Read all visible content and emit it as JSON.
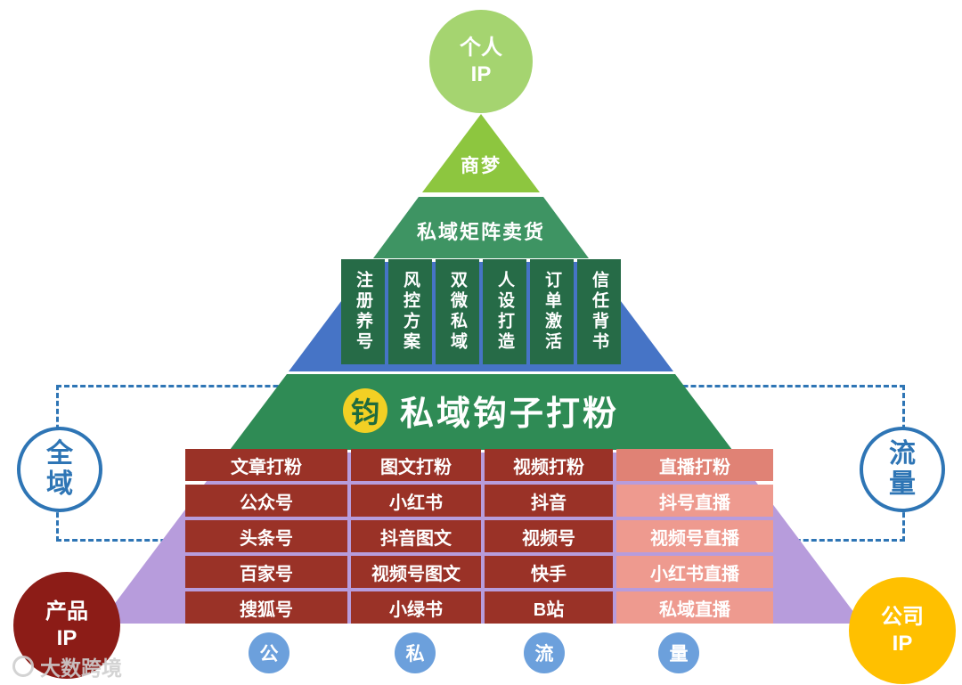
{
  "title_circle": {
    "line1": "个人",
    "line2": "IP"
  },
  "pyramid": {
    "level_shangmeng": "商梦",
    "level_matrix": "私域矩阵卖货",
    "capability_boxes": [
      "注册养号",
      "风控方案",
      "双微私域",
      "人设打造",
      "订单激活",
      "信任背书"
    ],
    "hook_logo_char": "钧",
    "hook_title": "私域钩子打粉"
  },
  "matrix_table": {
    "headers": [
      "文章打粉",
      "图文打粉",
      "视频打粉",
      "直播打粉"
    ],
    "rows": [
      [
        "公众号",
        "小红书",
        "抖音",
        "抖号直播"
      ],
      [
        "头条号",
        "抖音图文",
        "视频号",
        "视频号直播"
      ],
      [
        "百家号",
        "视频号图文",
        "快手",
        "小红书直播"
      ],
      [
        "搜狐号",
        "小绿书",
        "B站",
        "私域直播"
      ]
    ]
  },
  "left_badge": {
    "line1": "全",
    "line2": "域"
  },
  "right_badge": {
    "line1": "流",
    "line2": "量"
  },
  "bottom_badges": [
    "公",
    "私",
    "流",
    "量"
  ],
  "product_circle": {
    "line1": "产品",
    "line2": "IP"
  },
  "company_circle": {
    "line1": "公司",
    "line2": "IP"
  },
  "watermark": {
    "text": "大数跨境"
  },
  "colors": {
    "apex_green": "#8DC63F",
    "top_circle_green": "#A5D470",
    "matrix_band_green": "#3E9463",
    "capability_box_green": "#266B47",
    "hook_band_green": "#2F8B55",
    "blue_band": "#4674C6",
    "purple_band": "#B79CDC",
    "dark_red": "#9A3227",
    "salmon": "#EE9A8F",
    "accent_blue": "#2E75B5",
    "company_gold": "#FFC000",
    "product_maroon": "#8C1C17",
    "badge_blue": "#6CA0DC",
    "logo_yellow": "#F2D024"
  }
}
